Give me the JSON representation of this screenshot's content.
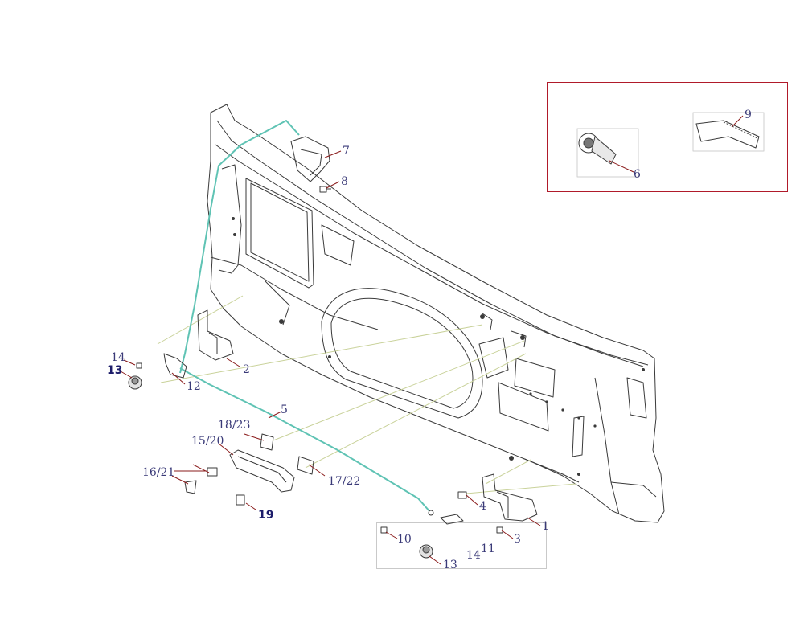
{
  "callouts": {
    "c1": "1",
    "c2": "2",
    "c3": "3",
    "c4": "4",
    "c5": "5",
    "c6": "6",
    "c7": "7",
    "c8": "8",
    "c9": "9",
    "c10": "10",
    "c11": "11",
    "c12": "12",
    "c13a": "13",
    "c13b": "13",
    "c14a": "14",
    "c14b": "14",
    "c1520": "15/20",
    "c1621": "16/21",
    "c1722": "17/22",
    "c1823": "18/23",
    "c19": "19"
  },
  "colors": {
    "cable": "#5fc3b4",
    "inset_border": "#b01a2a",
    "callout_text": "#3a3a78",
    "leader": "#8a1b1b",
    "guide": "#c9d29a",
    "outline": "#3a3a3a"
  },
  "icons": {
    "cable_clip": "cable-clip-icon",
    "cable_end": "cable-end-icon",
    "bracket": "bracket-icon",
    "bolt": "bolt-icon",
    "nut": "nut-icon",
    "handle": "handle-icon",
    "latch": "latch-icon"
  }
}
